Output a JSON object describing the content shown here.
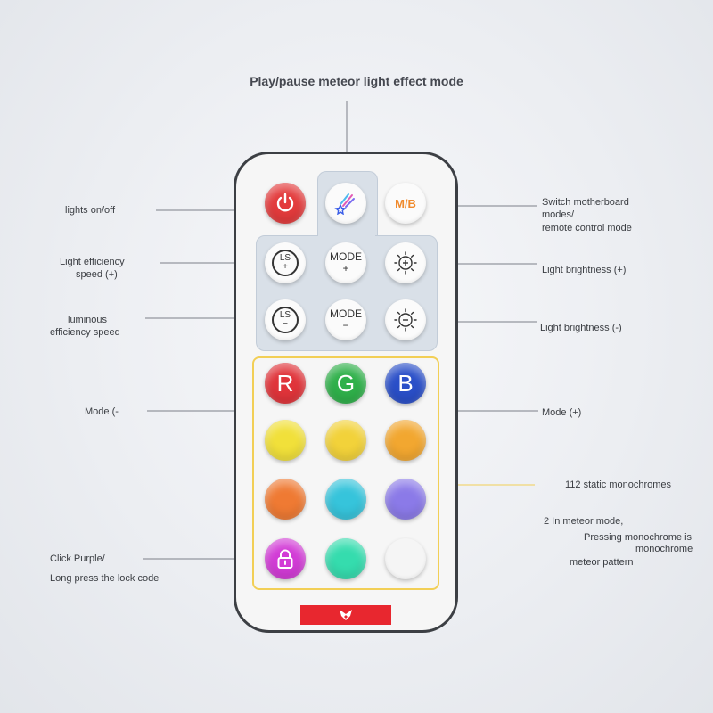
{
  "title": "Play/pause meteor light effect mode",
  "labels": {
    "lights_onoff": "lights on/off",
    "eff_speed_plus_1": "Light efficiency",
    "eff_speed_plus_2": "speed (+)",
    "lum_speed_minus_1": "luminous",
    "lum_speed_minus_2": "efficiency speed",
    "mode_minus": "Mode (-",
    "click_purple": "Click Purple/",
    "long_press": "Long press the lock code",
    "switch_1": "Switch motherboard",
    "switch_2": "modes/",
    "switch_3": "remote control mode",
    "bright_plus": "Light brightness (+)",
    "bright_minus": "Light brightness (-)",
    "mode_plus": "Mode (+)",
    "static_mono": "112 static monochromes",
    "meteor_1": "2 In meteor mode,",
    "meteor_2": "Pressing monochrome is",
    "meteor_3": "monochrome",
    "meteor_4": "meteor pattern"
  },
  "buttons": {
    "mb": "M/B",
    "ls": "LS",
    "plus": "+",
    "minus": "−",
    "mode": "MODE",
    "r": "R",
    "g": "G",
    "b": "B"
  },
  "icons": [
    "power-icon",
    "meteor-icon",
    "sun-plus-icon",
    "sun-minus-icon",
    "lock-icon",
    "brand-logo-icon"
  ],
  "colors": {
    "power": "#e33b3c",
    "r": "#e0343a",
    "g": "#2fb04a",
    "b": "#2a4fc8",
    "yellow1": "#f1e03a",
    "yellow2": "#f2d23a",
    "orange1": "#f2a730",
    "orange2": "#ef7a33",
    "cyan": "#36c4db",
    "purple": "#8b7ae8",
    "magenta": "#d23bd6",
    "mint": "#35dcae",
    "white": "#f5f5f5",
    "outline": "#f2cf56",
    "brand": "#e8272f"
  }
}
